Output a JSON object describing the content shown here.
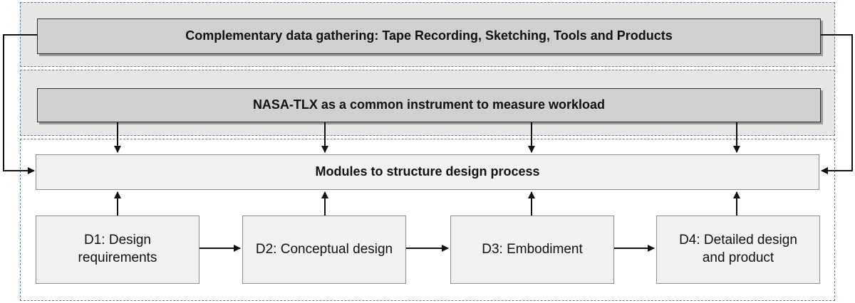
{
  "complementary_box": "Complementary data gathering: Tape Recording, Sketching, Tools and Products",
  "nasa_box": "NASA-TLX as a common instrument to measure workload",
  "modules_box": "Modules to structure design process",
  "stages": [
    {
      "label": "D1: Design requirements"
    },
    {
      "label": "D2: Conceptual design"
    },
    {
      "label": "D3: Embodiment"
    },
    {
      "label": "D4: Detailed design and product"
    }
  ],
  "colors": {
    "panel_border": "#5b7fa6",
    "panel_fill": "#e6e6e6",
    "header_box_fill": "#d0d0d0",
    "module_box_fill": "#f1f1f1",
    "arrow": "#111111"
  }
}
